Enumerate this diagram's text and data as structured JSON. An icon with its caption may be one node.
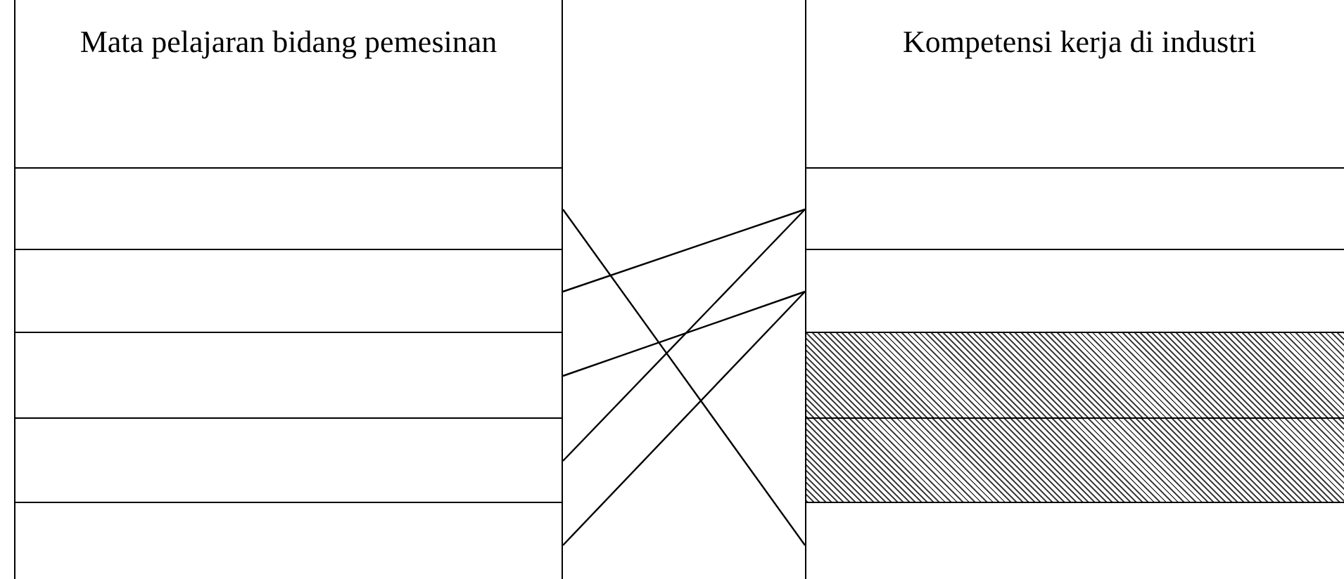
{
  "diagram": {
    "nodes": [
      {
        "text": [
          "Mata pelajaran bidang pemesinan"
        ]
      },
      {
        "text": [],
        "shape": "box"
      },
      {
        "text": [],
        "shape": "box"
      },
      {
        "text": [],
        "shape": "box"
      },
      {
        "text": [],
        "shape": "box"
      },
      {
        "text": [],
        "shape": "box"
      },
      {
        "text": [
          "Kompetensi kerja di industri"
        ]
      },
      {
        "text": [],
        "shape": "box"
      },
      {
        "text": [],
        "shape": "box"
      },
      {
        "text": [],
        "shape": "box"
      },
      {
        "text": [],
        "shape": "box"
      },
      {
        "text": [],
        "shape": "box"
      }
    ],
    "edges": [
      {
        "from": 1,
        "to": 11,
        "arrow": "none"
      },
      {
        "from": 2,
        "to": 7,
        "arrow": "none"
      },
      {
        "from": 3,
        "to": 8,
        "arrow": "none"
      },
      {
        "from": 4,
        "to": 7,
        "arrow": "none"
      },
      {
        "from": 5,
        "to": 8,
        "arrow": "none"
      }
    ]
  }
}
